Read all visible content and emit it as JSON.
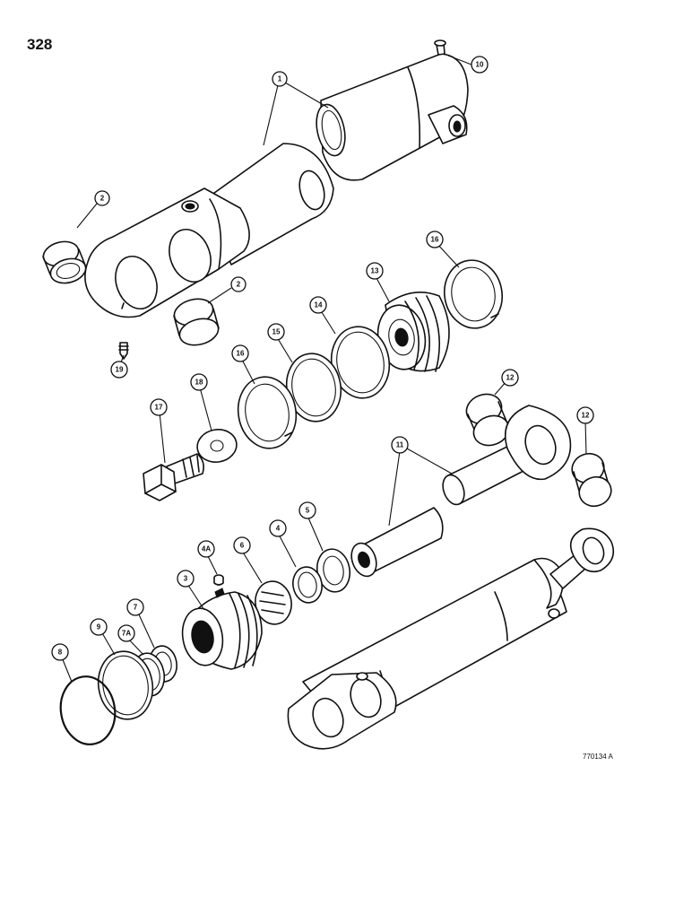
{
  "page": {
    "number": "328",
    "drawing_code": "770134 A"
  },
  "callouts": [
    {
      "id": "c1",
      "label": "1"
    },
    {
      "id": "c2a",
      "label": "2"
    },
    {
      "id": "c2b",
      "label": "2"
    },
    {
      "id": "c10",
      "label": "10"
    },
    {
      "id": "c19",
      "label": "19"
    },
    {
      "id": "c16a",
      "label": "16"
    },
    {
      "id": "c13",
      "label": "13"
    },
    {
      "id": "c14",
      "label": "14"
    },
    {
      "id": "c15",
      "label": "15"
    },
    {
      "id": "c16b",
      "label": "16"
    },
    {
      "id": "c18",
      "label": "18"
    },
    {
      "id": "c17",
      "label": "17"
    },
    {
      "id": "c12a",
      "label": "12"
    },
    {
      "id": "c12b",
      "label": "12"
    },
    {
      "id": "c11",
      "label": "11"
    },
    {
      "id": "c4a",
      "label": "4A"
    },
    {
      "id": "c6",
      "label": "6"
    },
    {
      "id": "c4",
      "label": "4"
    },
    {
      "id": "c5",
      "label": "5"
    },
    {
      "id": "c3",
      "label": "3"
    },
    {
      "id": "c7",
      "label": "7"
    },
    {
      "id": "c7a",
      "label": "7A"
    },
    {
      "id": "c9",
      "label": "9"
    },
    {
      "id": "c8",
      "label": "8"
    }
  ]
}
